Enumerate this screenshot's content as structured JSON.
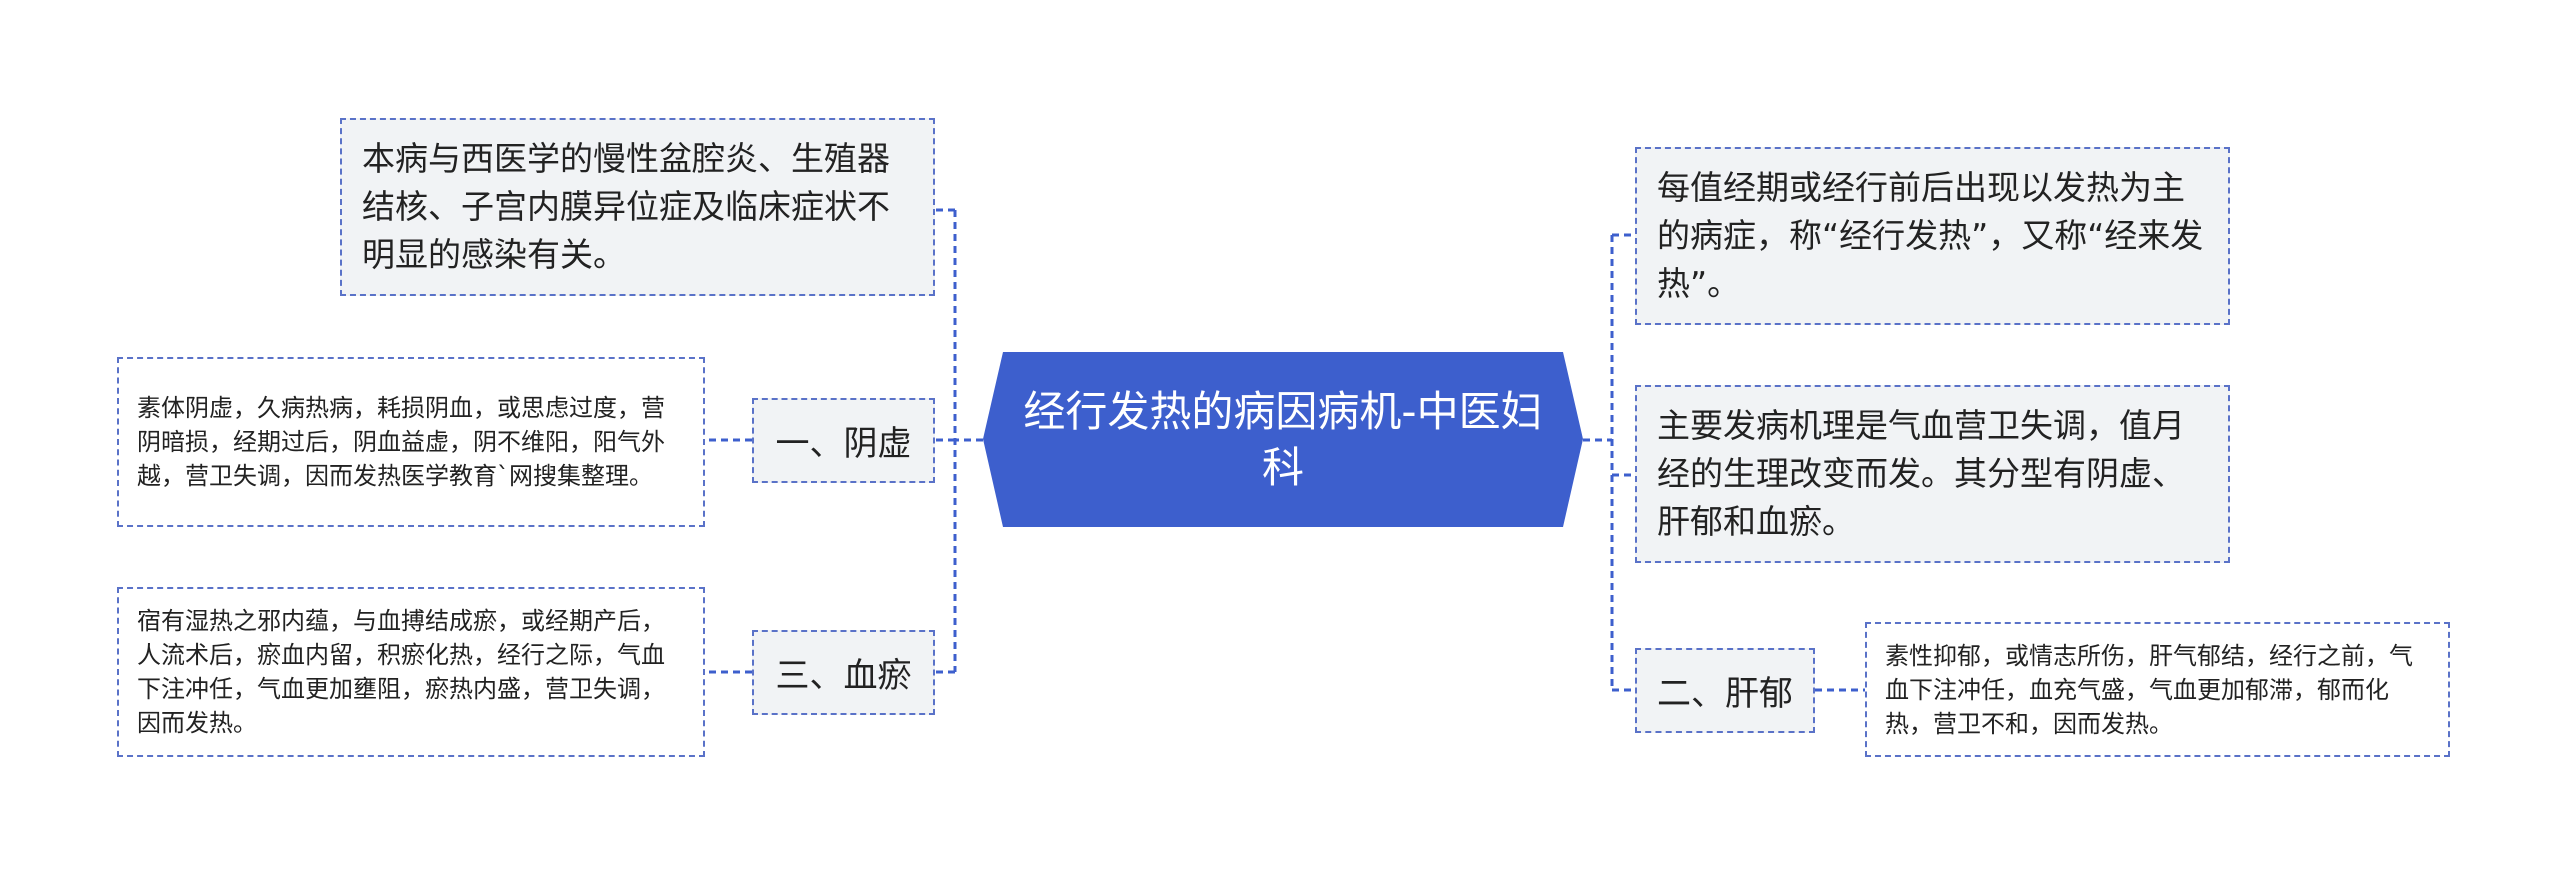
{
  "root": {
    "title": "经行发热的病因病机-中医妇科"
  },
  "left": {
    "note": "本病与西医学的慢性盆腔炎、生殖器结核、子宫内膜异位症及临床症状不明显的感染有关。",
    "yinxu": {
      "label": "一、阴虚",
      "detail": "素体阴虚，久病热病，耗损阴血，或思虑过度，营阴暗损，经期过后，阴血益虚，阴不维阳，阳气外越，营卫失调，因而发热医学教育`网搜集整理。"
    },
    "xueyu": {
      "label": "三、血瘀",
      "detail": "宿有湿热之邪内蕴，与血搏结成瘀，或经期产后，人流术后，瘀血内留，积瘀化热，经行之际，气血下注冲任，气血更加壅阻，瘀热内盛，营卫失调，因而发热。"
    }
  },
  "right": {
    "definition": "每值经期或经行前后出现以发热为主的病症，称“经行发热”，又称“经来发热”。",
    "mechanism": "主要发病机理是气血营卫失调，值月经的生理改变而发。其分型有阴虚、肝郁和血瘀。",
    "ganyu": {
      "label": "二、肝郁",
      "detail": "素性抑郁，或情志所伤，肝气郁结，经行之前，气血下注冲任，血充气盛，气血更加郁滞，郁而化热，营卫不和，因而发热。"
    }
  },
  "colors": {
    "accent": "#3d5fcd",
    "node_fill": "#f1f3f5",
    "border": "#5a72c8"
  }
}
